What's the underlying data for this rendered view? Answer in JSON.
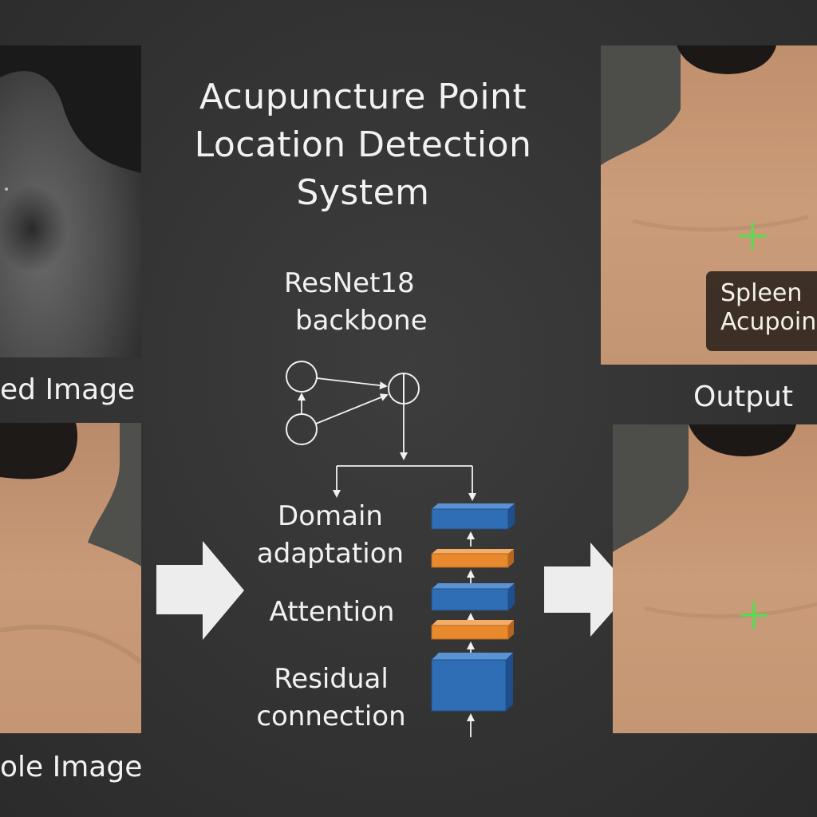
{
  "title": {
    "line1": "Acupuncture Point",
    "line2": "Location Detection",
    "line3": "System"
  },
  "labels": {
    "top_left": "ed Image",
    "bottom_left": "ole Image",
    "output": "Output"
  },
  "backbone": {
    "line1": "ResNet18",
    "line2": "backbone"
  },
  "modules": {
    "domain_line1": "Domain",
    "domain_line2": "adaptation",
    "attention": "Attention",
    "residual_line1": "Residual",
    "residual_line2": "connection"
  },
  "output_caption": {
    "line1": "Spleen",
    "line2": "Acupoin"
  },
  "colors": {
    "background": "#333333",
    "block_blue": "#2f6db4",
    "block_orange": "#e8892e",
    "marker_green": "#4ee24e",
    "skin": "#c99a78",
    "arrow_fill": "#ededed"
  },
  "icons": {
    "flow_arrow": "right-arrow-icon",
    "marker": "crosshair-icon"
  }
}
